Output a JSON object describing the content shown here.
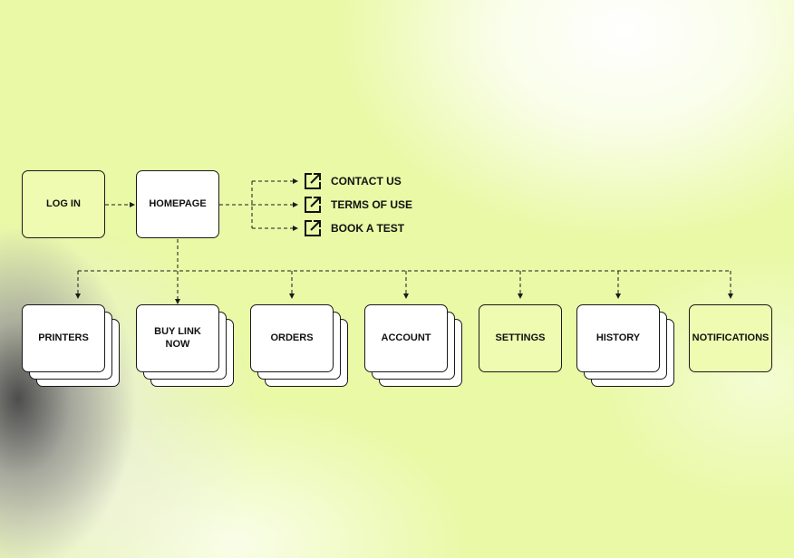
{
  "diagram": {
    "login": "LOG IN",
    "homepage": "HOMEPAGE",
    "external_links": [
      {
        "label": "CONTACT US",
        "icon": "external-link-icon"
      },
      {
        "label": "TERMS OF USE",
        "icon": "external-link-icon"
      },
      {
        "label": "BOOK A TEST",
        "icon": "external-link-icon"
      }
    ],
    "sections": [
      {
        "label": "PRINTERS",
        "stacked": true
      },
      {
        "label": "BUY LINK NOW",
        "stacked": true
      },
      {
        "label": "ORDERS",
        "stacked": true
      },
      {
        "label": "ACCOUNT",
        "stacked": true
      },
      {
        "label": "SETTINGS",
        "stacked": false
      },
      {
        "label": "HISTORY",
        "stacked": true
      },
      {
        "label": "NOTIFICATIONS",
        "stacked": false
      }
    ]
  },
  "colors": {
    "line": "#1a1a1a",
    "node_white": "#ffffff",
    "node_green": "#eefbb0"
  }
}
